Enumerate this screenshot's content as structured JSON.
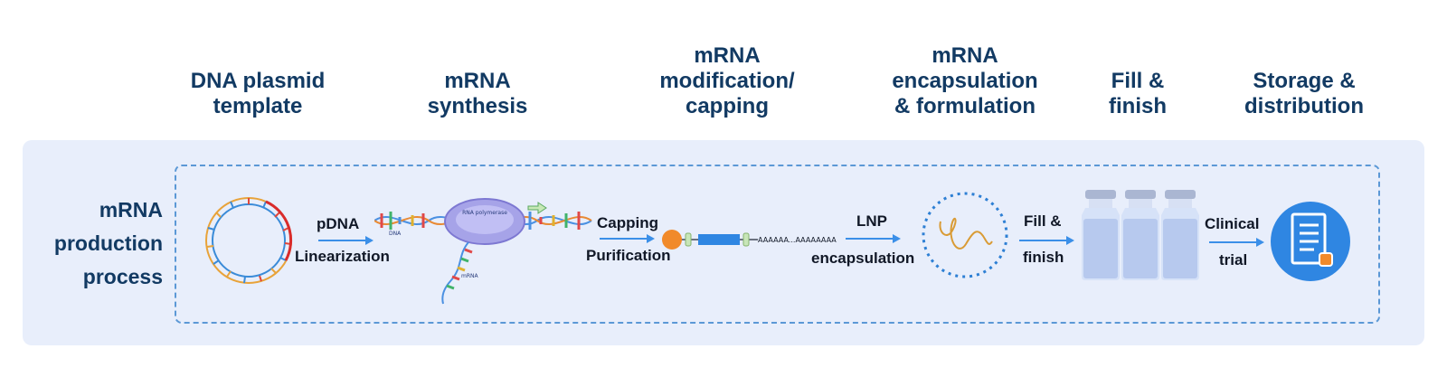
{
  "stages": [
    {
      "title": "DNA plasmid\ntemplate"
    },
    {
      "title": "mRNA\nsynthesis"
    },
    {
      "title": "mRNA\nmodification/\ncapping"
    },
    {
      "title": "mRNA\nencapsulation\n& formulation"
    },
    {
      "title": "Fill &\nfinish"
    },
    {
      "title": "Storage &\ndistribution"
    }
  ],
  "process_label": [
    "mRNA",
    "production",
    "process"
  ],
  "steps": [
    {
      "top": "pDNA",
      "bottom": "Linearization"
    },
    {
      "top": "Capping",
      "bottom": "Purification"
    },
    {
      "top": "LNP",
      "bottom": "encapsulation"
    },
    {
      "top": "Fill &",
      "bottom": "finish"
    },
    {
      "top": "Clinical",
      "bottom": "trial"
    }
  ],
  "illustration_text": {
    "polymerase": "RNA polymerase",
    "dna": "DNA",
    "mrna": "mRNA",
    "poly_a": "AAAAAA...AAAAAAAA"
  },
  "colors": {
    "title": "#123a63",
    "panel": "#e8eefb",
    "dash": "#5b98d6",
    "arrow": "#3b8fe8",
    "cap": "#f18a2a",
    "mrna_block": "#2f86e2",
    "vial": "#b7c9ee",
    "document_circle": "#2f86e2"
  }
}
